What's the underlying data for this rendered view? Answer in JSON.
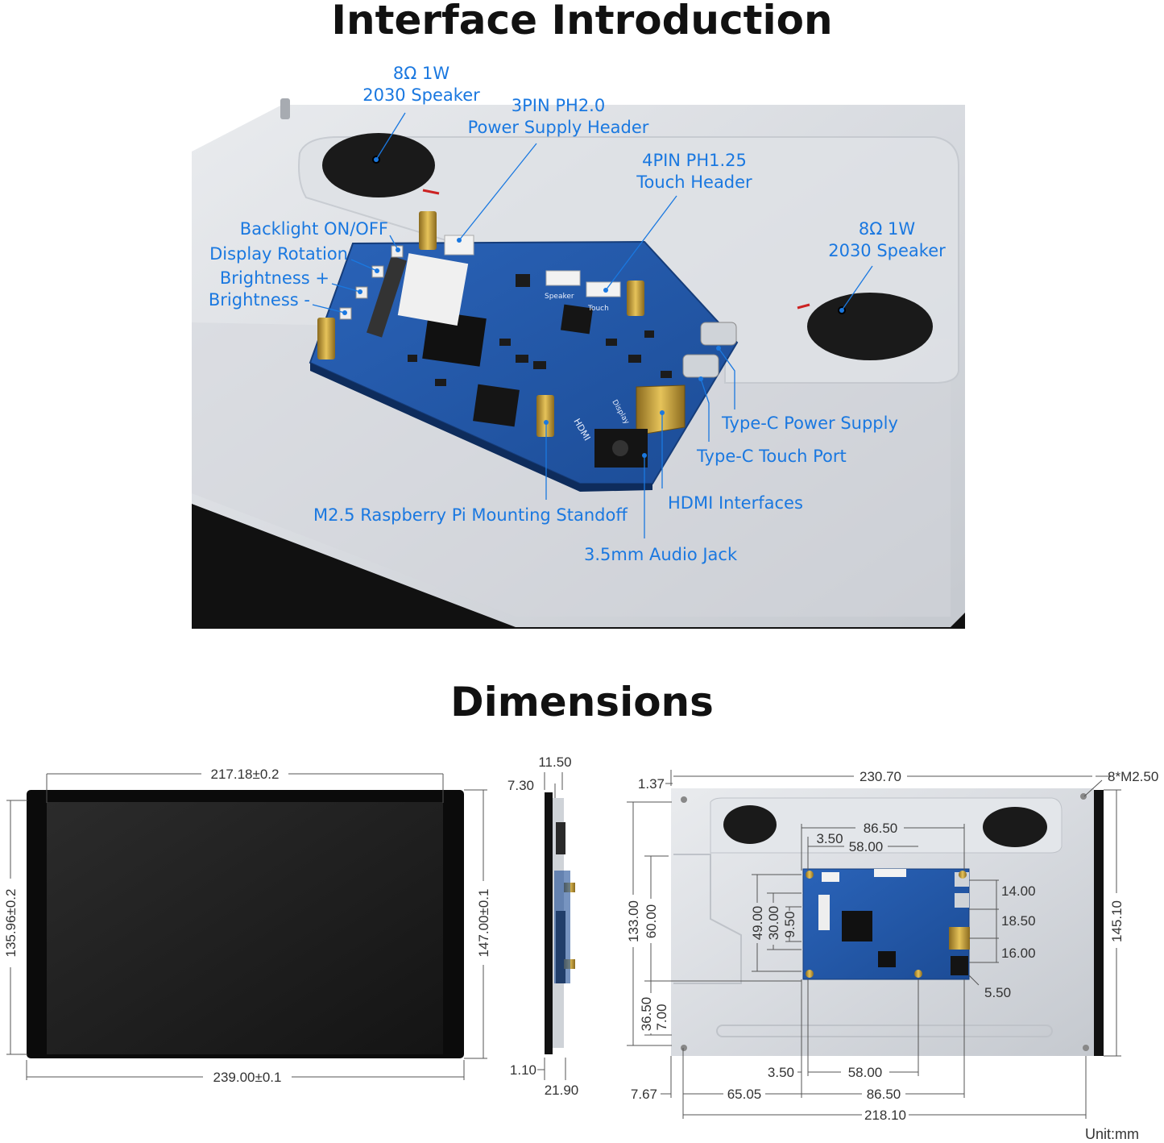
{
  "titles": {
    "interface": "Interface Introduction",
    "dimensions": "Dimensions"
  },
  "callouts": {
    "speaker_left_l1": "8Ω 1W",
    "speaker_left_l2": "2030 Speaker",
    "power_header_l1": "3PIN PH2.0",
    "power_header_l2": "Power Supply Header",
    "touch_header_l1": "4PIN PH1.25",
    "touch_header_l2": "Touch Header",
    "speaker_right_l1": "8Ω 1W",
    "speaker_right_l2": "2030 Speaker",
    "backlight": "Backlight ON/OFF",
    "rotation": "Display Rotation",
    "brightness_plus": "Brightness +",
    "brightness_minus": "Brightness -",
    "typec_power": "Type-C Power Supply",
    "typec_touch": "Type-C Touch Port",
    "hdmi": "HDMI Interfaces",
    "standoff": "M2.5 Raspberry Pi Mounting Standoff",
    "audio": "3.5mm Audio Jack"
  },
  "board_silk": {
    "speaker": "Speaker",
    "touch": "Touch",
    "display": "Display",
    "hdmi": "HDMI"
  },
  "dims_front": {
    "top": "217.18±0.2",
    "bottom": "239.00±0.1",
    "left": "135.96±0.2",
    "right": "147.00±0.1"
  },
  "dims_side": {
    "d1": "11.50",
    "d2": "7.30",
    "d3": "1.10",
    "d4": "21.90"
  },
  "dims_back": {
    "d_1_37": "1.37",
    "d_230_70": "230.70",
    "holes": "8*M2.50",
    "d_86_50_top": "86.50",
    "d_3_50_top": "3.50",
    "d_58_00_top": "58.00",
    "d_133_00": "133.00",
    "d_60_00": "60.00",
    "d_49_00": "49.00",
    "d_30_00": "30.00",
    "d_9_50": "9.50",
    "d_36_50": "36.50",
    "d_7_00": "7.00",
    "d_14_00": "14.00",
    "d_18_50": "18.50",
    "d_16_00": "16.00",
    "d_5_50": "5.50",
    "d_145_10": "145.10",
    "d_3_50_bot": "3.50",
    "d_58_00_bot": "58.00",
    "d_7_67": "7.67",
    "d_65_05": "65.05",
    "d_86_50_bot": "86.50",
    "d_218_10": "218.10"
  },
  "unit": "Unit:mm"
}
